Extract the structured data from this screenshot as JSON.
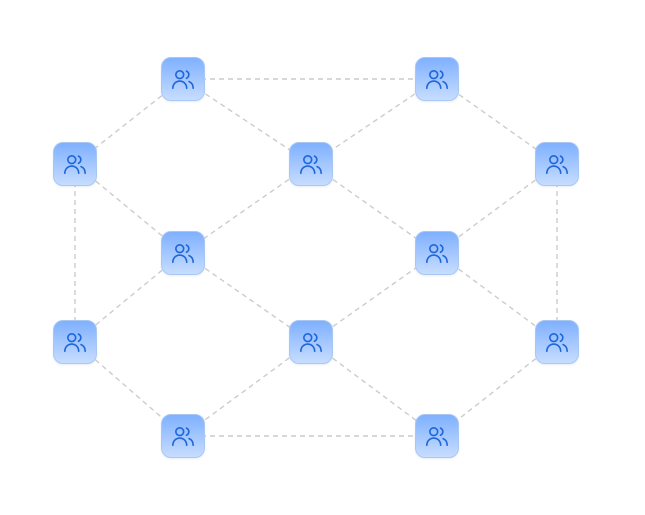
{
  "colors": {
    "edge": "#cccccc",
    "icon": "#1f66d9",
    "node_top": "#7fb0ff",
    "node_bottom": "#c7ddff",
    "node_border": "#a9c7f3"
  },
  "node_icon": "users-icon",
  "nodes": [
    {
      "id": "n1"
    },
    {
      "id": "n2"
    },
    {
      "id": "n3"
    },
    {
      "id": "n4"
    },
    {
      "id": "n5"
    },
    {
      "id": "n6"
    },
    {
      "id": "n7"
    },
    {
      "id": "n8"
    },
    {
      "id": "n9"
    },
    {
      "id": "n10"
    },
    {
      "id": "n11"
    },
    {
      "id": "n12"
    }
  ],
  "edges": [
    [
      "n1",
      "n2"
    ],
    [
      "n1",
      "n3"
    ],
    [
      "n1",
      "n5"
    ],
    [
      "n2",
      "n5"
    ],
    [
      "n2",
      "n4"
    ],
    [
      "n3",
      "n6"
    ],
    [
      "n3",
      "n9"
    ],
    [
      "n4",
      "n8"
    ],
    [
      "n4",
      "n10"
    ],
    [
      "n5",
      "n6"
    ],
    [
      "n5",
      "n8"
    ],
    [
      "n6",
      "n7"
    ],
    [
      "n6",
      "n9"
    ],
    [
      "n7",
      "n8"
    ],
    [
      "n7",
      "n11"
    ],
    [
      "n7",
      "n12"
    ],
    [
      "n8",
      "n10"
    ],
    [
      "n9",
      "n11"
    ],
    [
      "n10",
      "n12"
    ],
    [
      "n11",
      "n12"
    ]
  ]
}
